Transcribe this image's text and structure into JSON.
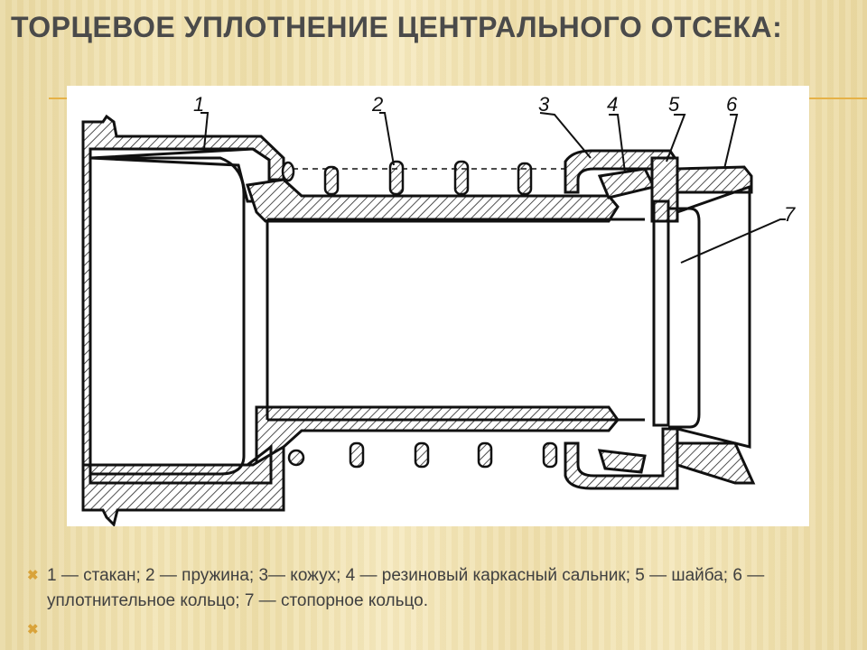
{
  "slide": {
    "title": "ТОРЦЕВОЕ УПЛОТНЕНИЕ ЦЕНТРАЛЬНОГО ОТСЕКА:",
    "accent_color": "#e6b247",
    "text_color": "#4a4a4a"
  },
  "figure": {
    "callouts": [
      "1",
      "2",
      "3",
      "4",
      "5",
      "6",
      "7"
    ]
  },
  "caption": {
    "bullet_icon": "x-bullet-icon",
    "items": [
      "1 — стакан; 2 — пружина; 3— кожух; 4 — резиновый каркасный сальник; 5 — шайба; 6 — уплотнительное кольцо; 7 — стопорное кольцо.",
      ""
    ]
  }
}
